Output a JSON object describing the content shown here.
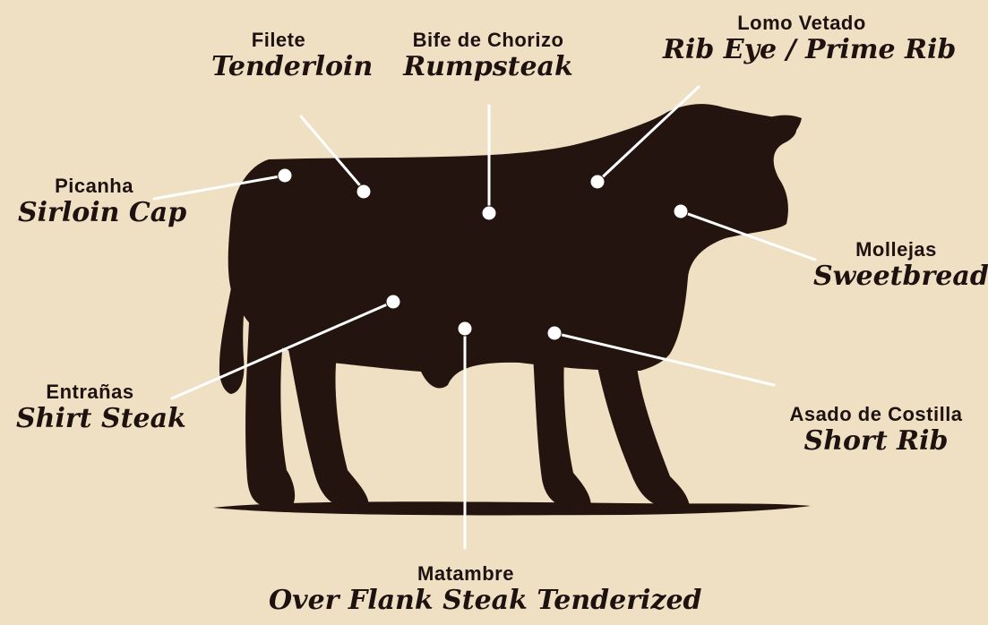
{
  "colors": {
    "background": "#efdfc3",
    "silhouette": "#24140f",
    "line": "#ffffff",
    "text": "#1e1210"
  },
  "cuts": [
    {
      "id": "filete",
      "es": "Filete",
      "en": "Tenderloin"
    },
    {
      "id": "bife",
      "es": "Bife de Chorizo",
      "en": "Rumpsteak"
    },
    {
      "id": "lomo",
      "es": "Lomo Vetado",
      "en": "Rib Eye / Prime Rib"
    },
    {
      "id": "picanha",
      "es": "Picanha",
      "en": "Sirloin Cap"
    },
    {
      "id": "mollejas",
      "es": "Mollejas",
      "en": "Sweetbreads"
    },
    {
      "id": "entranas",
      "es": "Entrañas",
      "en": "Shirt Steak"
    },
    {
      "id": "asado",
      "es": "Asado de Costilla",
      "en": "Short Rib"
    },
    {
      "id": "matambre",
      "es": "Matambre",
      "en": "Over Flank Steak Tenderized"
    }
  ]
}
